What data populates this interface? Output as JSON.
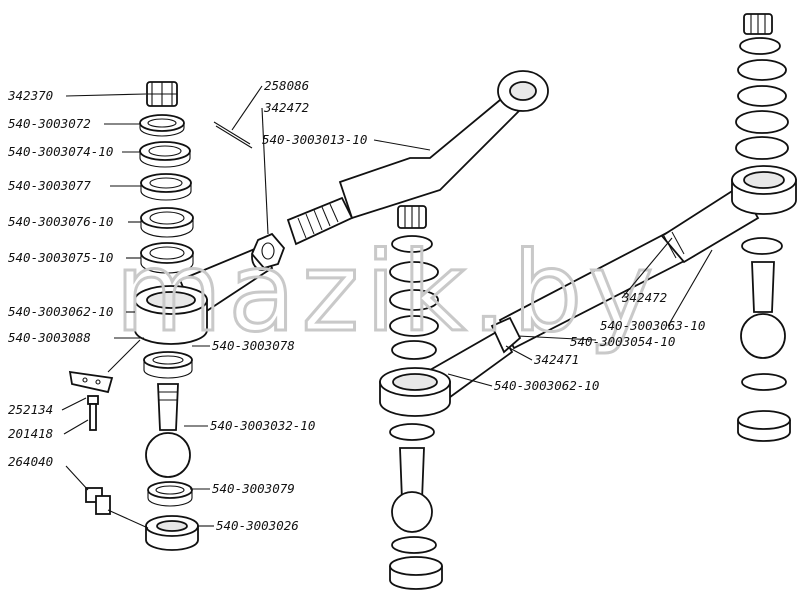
{
  "watermark": "mazik.by",
  "corner_mark": "",
  "labels": {
    "p342370": "342370",
    "p540_3003072": "540-3003072",
    "p540_3003074_10": "540-3003074-10",
    "p540_3003077": "540-3003077",
    "p540_3003076_10": "540-3003076-10",
    "p540_3003075_10": "540-3003075-10",
    "p540_3003062_10_left": "540-3003062-10",
    "p540_3003088": "540-3003088",
    "p540_3003078": "540-3003078",
    "p252134": "252134",
    "p201418": "201418",
    "p540_3003032_10": "540-3003032-10",
    "p264040": "264040",
    "p540_3003079": "540-3003079",
    "p540_3003026": "540-3003026",
    "p258086": "258086",
    "p342472_top": "342472",
    "p540_3003013_10": "540-3003013-10",
    "p342472_right": "342472",
    "p540_3003063_10": "540-3003063-10",
    "p540_3003054_10": "540-3003054-10",
    "p342471": "342471",
    "p540_3003062_10_mid": "540-3003062-10"
  }
}
